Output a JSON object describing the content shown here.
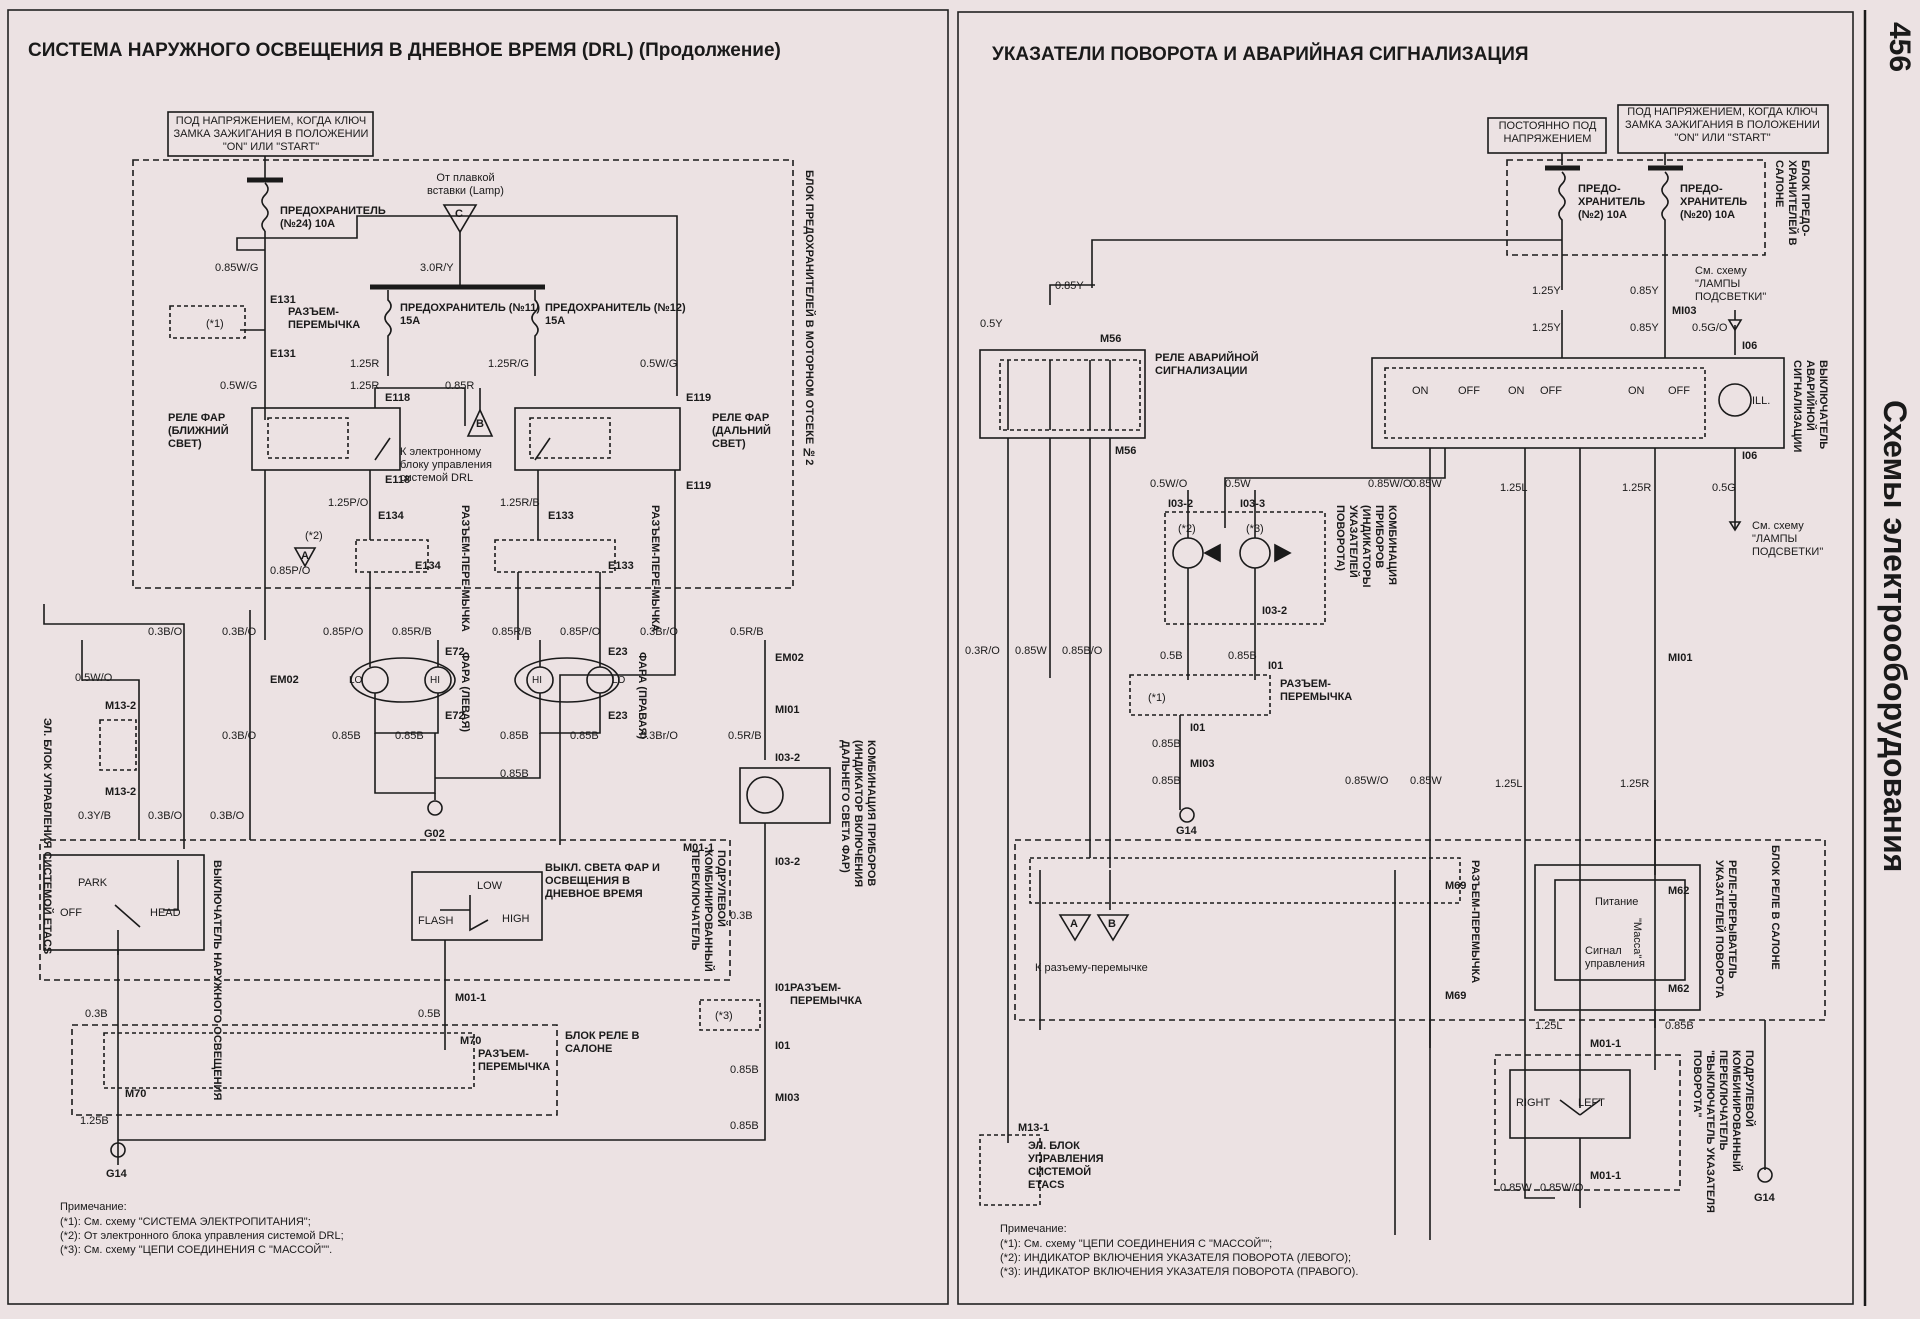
{
  "page_number": "456",
  "section_title": "Схемы электрооборудования",
  "left": {
    "title": "СИСТЕМА НАРУЖНОГО ОСВЕЩЕНИЯ В ДНЕВНОЕ ВРЕМЯ (DRL) (Продолжение)",
    "power_box": "ПОД НАПРЯЖЕНИЕМ, КОГДА КЛЮЧ ЗАМКА ЗАЖИГАНИЯ В ПОЛОЖЕНИИ \"ON\" ИЛИ \"START\"",
    "fuse24": "ПРЕДОХРАНИТЕЛЬ (№24) 10A",
    "fuse11": "ПРЕДОХРАНИТЕЛЬ (№11) 15A",
    "fuse12": "ПРЕДОХРАНИТЕЛЬ (№12) 15A",
    "from_fusible": "От плавкой вставки (Lamp)",
    "engine_box": "БЛОК ПРЕДОХРАНИТЕЛЕЙ В МОТОРНОМ ОТСЕКЕ №2",
    "jumper": "РАЗЪЕМ-ПЕРЕМЫЧКА",
    "jumper_v": "РАЗЪЕМ-ПЕРЕ-МЫЧКА",
    "relay_low": "РЕЛЕ ФАР (БЛИЖНИЙ СВЕТ)",
    "relay_high": "РЕЛЕ ФАР (ДАЛЬНИЙ СВЕТ)",
    "to_drl_unit": "К электронному блоку управления системой DRL",
    "headlamp_left": "ФАРА (ЛЕВАЯ)",
    "headlamp_right": "ФАРА (ПРАВАЯ)",
    "etacs_unit": "ЭЛ. БЛОК УПРАВЛЕНИЯ СИСТЕМОЙ ETACS",
    "light_switch": "ВЫКЛЮЧАТЕЛЬ НАРУЖНОГО ОСВЕЩЕНИЯ",
    "park": "PARK",
    "off": "OFF",
    "head": "HEAD",
    "flash": "FLASH",
    "low": "LOW",
    "high": "HIGH",
    "drl_switch": "ВЫКЛ. СВЕТА ФАР И ОСВЕЩЕНИЯ В ДНЕВНОЕ ВРЕМЯ",
    "multifunction_switch": "ПОДРУЛЕВОЙ КОМБИНИРОВАННЫЙ ПЕРЕКЛЮЧАТЕЛЬ",
    "cluster_high": "КОМБИНАЦИЯ ПРИБОРОВ (ИНДИКАТОР ВКЛЮЧЕНИЯ ДАЛЬНЕГО СВЕТА ФАР)",
    "relay_box_cabin": "БЛОК РЕЛЕ В САЛОНЕ",
    "notes_head": "Примечание:",
    "notes": [
      "(*1): См. схему \"СИСТЕМА ЭЛЕКТРОПИТАНИЯ\";",
      "(*2): От электронного блока управления системой DRL;",
      "(*3): См. схему \"ЦЕПИ СОЕДИНЕНИЯ С \"МАССОЙ\"\"."
    ]
  },
  "right": {
    "title": "УКАЗАТЕЛИ ПОВОРОТА И АВАРИЙНАЯ СИГНАЛИЗАЦИЯ",
    "power_const": "ПОСТОЯННО ПОД НАПРЯЖЕНИЕМ",
    "power_ign": "ПОД НАПРЯЖЕНИЕМ, КОГДА КЛЮЧ ЗАМКА ЗАЖИГАНИЯ В ПОЛОЖЕНИИ \"ON\" ИЛИ \"START\"",
    "fuse2": "ПРЕДО-ХРАНИТЕЛЬ (№2) 10A",
    "fuse20": "ПРЕДО-ХРАНИТЕЛЬ (№20) 10A",
    "cabin_fuse_box": "БЛОК ПРЕДО-ХРАНИТЕЛЕЙ В САЛОНЕ",
    "see_lamps1": "См. схему \"ЛАМПЫ ПОДСВЕТКИ\"",
    "see_lamps2": "См. схему \"ЛАМПЫ ПОДСВЕТКИ\"",
    "hazard_relay": "РЕЛЕ АВАРИЙНОЙ СИГНАЛИЗАЦИИ",
    "hazard_switch": "ВЫКЛЮЧАТЕЛЬ АВАРИЙНОЙ СИГНАЛИЗАЦИИ",
    "on": "ON",
    "off": "OFF",
    "ill": "ILL.",
    "cluster_turn": "КОМБИНАЦИЯ ПРИБОРОВ (ИНДИКАТОРЫ УКАЗАТЕЛЕЙ ПОВОРОТА)",
    "jumper": "РАЗЪЕМ-ПЕРЕМЫЧКА",
    "jumper_v": "РАЗЪЕМ-ПЕРЕМЫЧКА",
    "to_jumper": "К разъему-перемычке",
    "flasher": "РЕЛЕ-ПРЕРЫВАТЕЛЬ УКАЗАТЕЛЕЙ ПОВОРОТА",
    "relay_box_cabin": "БЛОК РЕЛЕ В САЛОНЕ",
    "power_label": "Питание",
    "ground_label": "\"Масса\"",
    "control_label": "Сигнал управления",
    "turn_switch": "ПОДРУЛЕВОЙ КОМБИНИРОВАННЫЙ ПЕРЕКЛЮЧАТЕЛЬ \"ВЫКЛЮЧАТЕЛЬ УКАЗАТЕЛЯ ПОВОРОТА\"",
    "right": "RIGHT",
    "left": "LEFT",
    "etacs_unit": "ЭЛ. БЛОК УПРАВЛЕНИЯ СИСТЕМОЙ ETACS",
    "notes_head": "Примечание:",
    "notes": [
      "(*1): См. схему \"ЦЕПИ СОЕДИНЕНИЯ С \"МАССОЙ\"\";",
      "(*2): ИНДИКАТОР ВКЛЮЧЕНИЯ УКАЗАТЕЛЯ ПОВОРОТА (ЛЕВОГО);",
      "(*3): ИНДИКАТОР ВКЛЮЧЕНИЯ УКАЗАТЕЛЯ ПОВОРОТА (ПРАВОГО)."
    ]
  },
  "wire_labels": {
    "w1": "0.85W/G",
    "w2": "3.0R/Y",
    "w3": "1.25R",
    "w4": "1.25R/G",
    "w5": "0.5W/G",
    "w6": "0.5W/G",
    "w7": "1.25R",
    "w8": "0.85R",
    "w9": "1.25P/O",
    "w10": "1.25R/B",
    "w11": "0.85P/O",
    "w12": "0.3B/O",
    "w13": "0.3B/O",
    "w14": "0.5W/O",
    "w15": "0.3Y/B",
    "w16": "0.3B/O",
    "w17": "0.3B/O",
    "w18": "0.3B/O",
    "w19": "0.85P/O",
    "w20": "0.85R/B",
    "w21": "0.85R/B",
    "w22": "0.85P/O",
    "w23": "0.3Br/O",
    "w24": "0.5R/B",
    "w25": "0.5R/B",
    "w26": "0.3Br/O",
    "w27": "0.85B",
    "w28": "0.85B",
    "w29": "0.85B",
    "w30": "0.85B",
    "w31": "0.85B",
    "w32": "0.3B",
    "w33": "0.5B",
    "w34": "0.3B",
    "w35": "1.25B",
    "w36": "0.85B",
    "w37": "0.85B",
    "r1": "0.85Y",
    "r2": "0.5Y",
    "r3": "1.25Y",
    "r4": "1.25Y",
    "r5": "0.85Y",
    "r6": "0.85Y",
    "r7": "0.5G/O",
    "r8": "0.5W/O",
    "r9": "0.5W",
    "r10": "0.85W/O",
    "r11": "0.85W",
    "r12": "1.25L",
    "r13": "1.25R",
    "r14": "0.5G",
    "r15": "0.3R/O",
    "r16": "0.85W",
    "r17": "0.85B/O",
    "r18": "0.5B",
    "r19": "0.85B",
    "r20": "0.85B",
    "r21": "0.85B",
    "r22": "0.85W/O",
    "r23": "0.85W",
    "r24": "1.25L",
    "r25": "1.25R",
    "r26": "1.25L",
    "r27": "0.85B",
    "r28": "0.85W",
    "r29": "0.85W/O"
  },
  "connectors": {
    "c1": "E131",
    "c2": "E131",
    "c3": "E118",
    "c4": "E118",
    "c5": "E119",
    "c6": "E119",
    "c7": "E134",
    "c8": "E134",
    "c9": "E133",
    "c10": "E133",
    "c11": "E72",
    "c12": "E72",
    "c13": "E23",
    "c14": "E23",
    "c15": "EM02",
    "c16": "EM02",
    "c17": "MI01",
    "c18": "I03-2",
    "c19": "I03-2",
    "c20": "M13-2",
    "c21": "M13-2",
    "c22": "M01-1",
    "c23": "M01-1",
    "c24": "I01",
    "c25": "I01",
    "c26": "M70",
    "c27": "M70",
    "c28": "MI03",
    "c29": "G02",
    "c30": "G14",
    "d1": "M56",
    "d2": "M56",
    "d3": "MI03",
    "d4": "I06",
    "d5": "I06",
    "d6": "I03-2",
    "d7": "I03-3",
    "d8": "I03-2",
    "d9": "I01",
    "d10": "I01",
    "d11": "MI03",
    "d12": "G14",
    "d13": "MI01",
    "d14": "M69",
    "d15": "M69",
    "d16": "M62",
    "d17": "M62",
    "d18": "M01-1",
    "d19": "M01-1",
    "d20": "M13-1",
    "d21": "G14"
  },
  "markers": {
    "a": "A",
    "b": "B",
    "c": "C",
    "s1": "(*1)",
    "s2": "(*2)",
    "s3": "(*3)",
    "lo": "LO",
    "hi": "HI"
  },
  "colors": {
    "paper": "#ece2e3",
    "ink": "#1a1a1a",
    "dashed": "#333333"
  }
}
